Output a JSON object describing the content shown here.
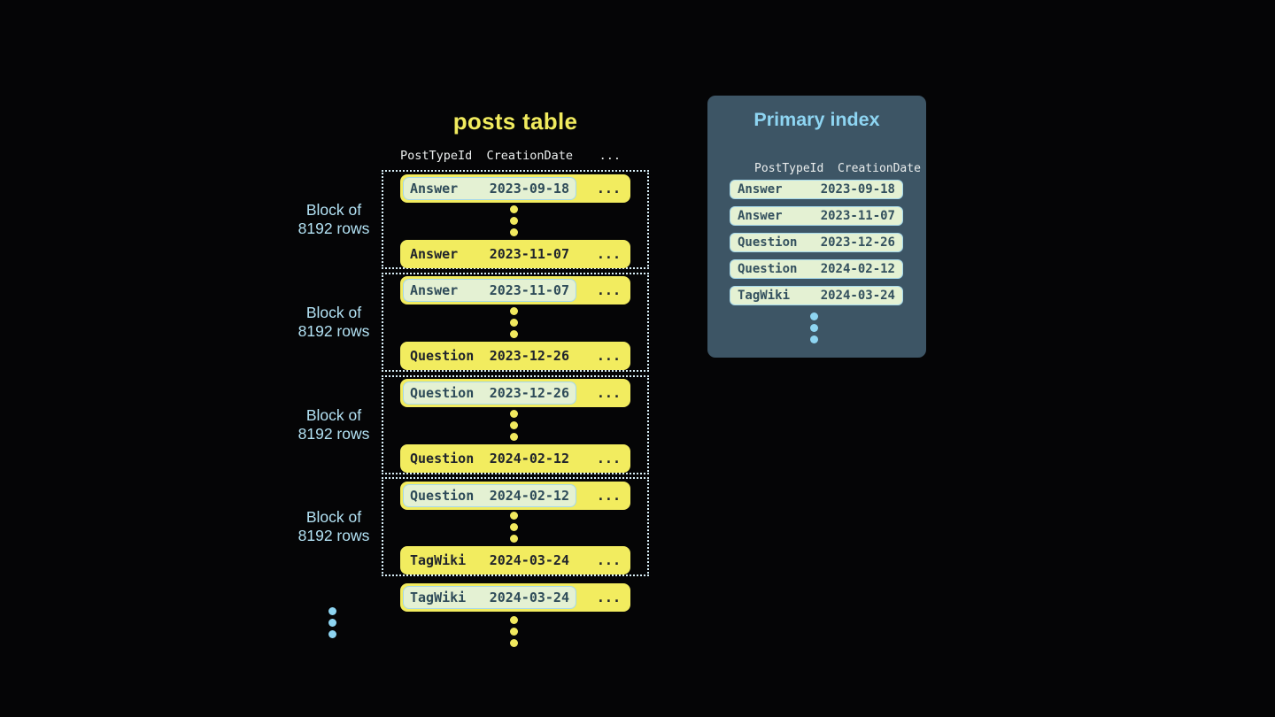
{
  "posts_table": {
    "title": "posts table",
    "headers": {
      "col1": "PostTypeId",
      "col2": "CreationDate",
      "ellipsis": "..."
    },
    "ellipsis": "...",
    "blocks": [
      {
        "label_line1": "Block of",
        "label_line2": "8192 rows",
        "first": {
          "name": "Answer",
          "date": "2023-09-18"
        },
        "last": {
          "name": "Answer",
          "date": "2023-11-07"
        }
      },
      {
        "label_line1": "Block of",
        "label_line2": "8192 rows",
        "first": {
          "name": "Answer",
          "date": "2023-11-07"
        },
        "last": {
          "name": "Question",
          "date": "2023-12-26"
        }
      },
      {
        "label_line1": "Block of",
        "label_line2": "8192 rows",
        "first": {
          "name": "Question",
          "date": "2023-12-26"
        },
        "last": {
          "name": "Question",
          "date": "2024-02-12"
        }
      },
      {
        "label_line1": "Block of",
        "label_line2": "8192 rows",
        "first": {
          "name": "Question",
          "date": "2024-02-12"
        },
        "last": {
          "name": "TagWiki",
          "date": "2024-03-24"
        }
      }
    ],
    "overflow_row": {
      "name": "TagWiki",
      "date": "2024-03-24"
    }
  },
  "primary_index": {
    "title": "Primary index",
    "headers": {
      "col1": "PostTypeId",
      "col2": "CreationDate"
    },
    "rows": [
      {
        "name": "Answer",
        "date": "2023-09-18"
      },
      {
        "name": "Answer",
        "date": "2023-11-07"
      },
      {
        "name": "Question",
        "date": "2023-12-26"
      },
      {
        "name": "Question",
        "date": "2024-02-12"
      },
      {
        "name": "TagWiki",
        "date": "2024-03-24"
      }
    ]
  },
  "colors": {
    "background": "#050506",
    "row_yellow": "#f2ec5f",
    "title_yellow": "#f1eb5e",
    "highlight_green": "#e4f1d3",
    "highlight_border_blue": "#a6d8ea",
    "panel_background": "#3d5565",
    "accent_light_blue": "#8ed5f2",
    "label_blue": "#b3e2f4",
    "header_text": "#ebeeee",
    "row_text_dark": "#20242c",
    "highlight_text_slate": "#2e4b59",
    "dotted_border": "#d8eef6"
  }
}
